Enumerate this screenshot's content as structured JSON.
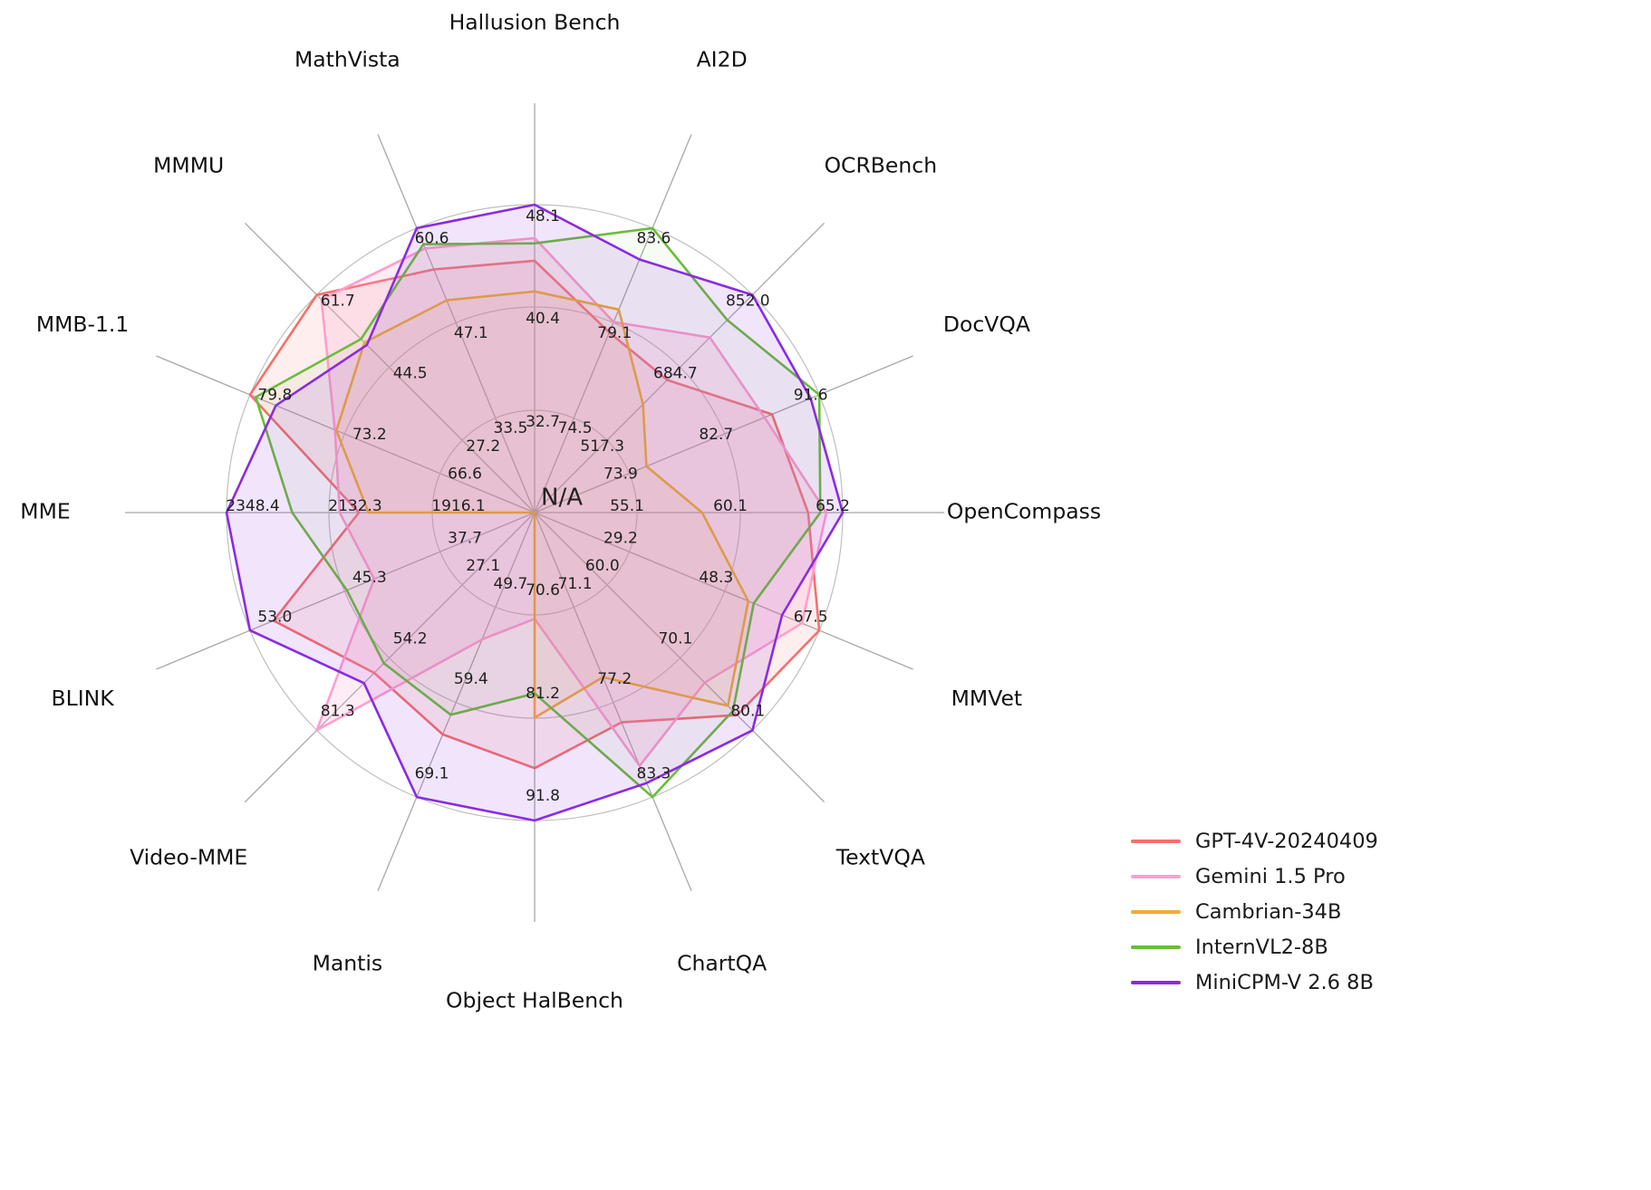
{
  "chart_data": {
    "type": "radar",
    "title": "",
    "center_label": "N/A",
    "grid": {
      "rings": 3,
      "spokes": 16,
      "grid_on": true,
      "legend_position": "bottom-right"
    },
    "axes": [
      {
        "label": "Hallusion Bench",
        "ticks": [
          32.7,
          40.4,
          48.1
        ]
      },
      {
        "label": "AI2D",
        "ticks": [
          74.5,
          79.1,
          83.6
        ]
      },
      {
        "label": "OCRBench",
        "ticks": [
          517.3,
          684.7,
          852.0
        ]
      },
      {
        "label": "DocVQA",
        "ticks": [
          73.9,
          82.7,
          91.6
        ]
      },
      {
        "label": "OpenCompass",
        "ticks": [
          55.1,
          60.1,
          65.2
        ]
      },
      {
        "label": "MMVet",
        "ticks": [
          29.2,
          48.3,
          67.5
        ]
      },
      {
        "label": "TextVQA",
        "ticks": [
          60.0,
          70.1,
          80.1
        ]
      },
      {
        "label": "ChartQA",
        "ticks": [
          71.1,
          77.2,
          83.3
        ]
      },
      {
        "label": "Object HalBench",
        "ticks": [
          70.6,
          81.2,
          91.8
        ]
      },
      {
        "label": "Mantis",
        "ticks": [
          49.7,
          59.4,
          69.1
        ]
      },
      {
        "label": "Video-MME",
        "ticks": [
          27.1,
          54.2,
          81.3
        ]
      },
      {
        "label": "BLINK",
        "ticks": [
          37.7,
          45.3,
          53.0
        ]
      },
      {
        "label": "MME",
        "ticks": [
          1916.1,
          2132.3,
          2348.4
        ]
      },
      {
        "label": "MMB-1.1",
        "ticks": [
          66.6,
          73.2,
          79.8
        ]
      },
      {
        "label": "MMMU",
        "ticks": [
          27.2,
          44.5,
          61.7
        ]
      },
      {
        "label": "MathVista",
        "ticks": [
          33.5,
          47.1,
          60.6
        ]
      }
    ],
    "series": [
      {
        "name": "GPT-4V-20240409",
        "color": "#f4716c",
        "fill_opacity": 0.12,
        "values": [
          43.9,
          78.6,
          656.0,
          87.2,
          63.5,
          67.5,
          78.0,
          78.5,
          86.4,
          62.7,
          59.9,
          51.1,
          2070.2,
          79.8,
          61.7,
          54.7
        ]
      },
      {
        "name": "Gemini 1.5 Pro",
        "color": "#ff9ecd",
        "fill_opacity": 0.2,
        "values": [
          45.6,
          79.1,
          754.0,
          86.5,
          64.4,
          64.0,
          73.5,
          81.3,
          71.0,
          53.0,
          81.3,
          43.0,
          2110.6,
          73.9,
          60.6,
          57.7
        ]
      },
      {
        "name": "Cambrian-34B",
        "color": "#f2a93c",
        "fill_opacity": 0.08,
        "values": [
          41.6,
          79.7,
          600.0,
          75.5,
          58.3,
          53.2,
          76.7,
          75.6,
          81.2,
          null,
          null,
          null,
          2049.9,
          73.8,
          50.4,
          50.3
        ]
      },
      {
        "name": "InternVL2-8B",
        "color": "#6cbb3c",
        "fill_opacity": 0.06,
        "values": [
          45.2,
          83.6,
          794.0,
          91.6,
          64.1,
          54.3,
          77.4,
          83.3,
          78.7,
          60.7,
          56.3,
          45.2,
          2210.3,
          79.4,
          51.2,
          58.3
        ]
      },
      {
        "name": "MiniCPM-V 2.6 8B",
        "color": "#8a2be2",
        "fill_opacity": 0.12,
        "values": [
          48.1,
          82.1,
          852.0,
          90.8,
          65.2,
          60.0,
          80.1,
          82.4,
          91.8,
          69.1,
          63.7,
          53.0,
          2348.4,
          78.0,
          49.8,
          60.6
        ]
      }
    ]
  }
}
